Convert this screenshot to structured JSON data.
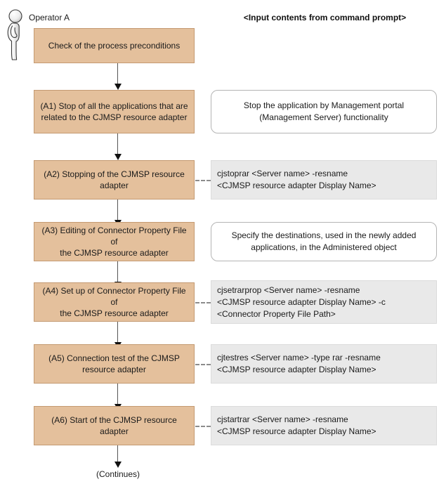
{
  "diagram": {
    "actor": {
      "icon": "person-standing-icon",
      "label": "Operator A"
    },
    "right_column_header": "<Input contents from command prompt>",
    "end_label": "(Continues)",
    "colors": {
      "process_fill": "#e4c09c",
      "process_border": "#c49a72",
      "command_fill": "#e9e9e9",
      "command_border": "#dcdcdc",
      "note_fill": "#ffffff",
      "note_border": "#b4b4b4",
      "arrow": "#555555",
      "arrow_head": "#111111",
      "dash_link": "#8c8c8c"
    },
    "steps": [
      {
        "id": "start",
        "process": "Check of the process preconditions",
        "side_kind": "none",
        "side_text": ""
      },
      {
        "id": "a1",
        "process": "(A1) Stop of all the applications that are\nrelated to the CJMSP resource adapter",
        "side_kind": "note",
        "side_text": "Stop the application by Management portal (Management Server) functionality"
      },
      {
        "id": "a2",
        "process": "(A2) Stopping of the CJMSP resource\nadapter",
        "side_kind": "command",
        "side_text": "cjstoprar <Server name> -resname\n<CJMSP resource adapter Display Name>"
      },
      {
        "id": "a3",
        "process": "(A3) Editing of Connector Property File of\nthe  CJMSP resource adapter",
        "side_kind": "note",
        "side_text": "Specify the destinations, used in the newly added applications, in the Administered object"
      },
      {
        "id": "a4",
        "process": "(A4) Set up of Connector Property File of\nthe CJMSP resource adapter",
        "side_kind": "command",
        "side_text": "cjsetrarprop <Server name> -resname\n<CJMSP resource adapter Display Name> -c\n<Connector Property File Path>"
      },
      {
        "id": "a5",
        "process": "(A5) Connection test of the CJMSP\nresource adapter",
        "side_kind": "command",
        "side_text": "cjtestres <Server name> -type rar -resname\n<CJMSP resource adapter Display Name>"
      },
      {
        "id": "a6",
        "process": "(A6) Start of the CJMSP resource\nadapter",
        "side_kind": "command",
        "side_text": "cjstartrar <Server name> -resname\n<CJMSP resource adapter Display Name>"
      }
    ]
  }
}
